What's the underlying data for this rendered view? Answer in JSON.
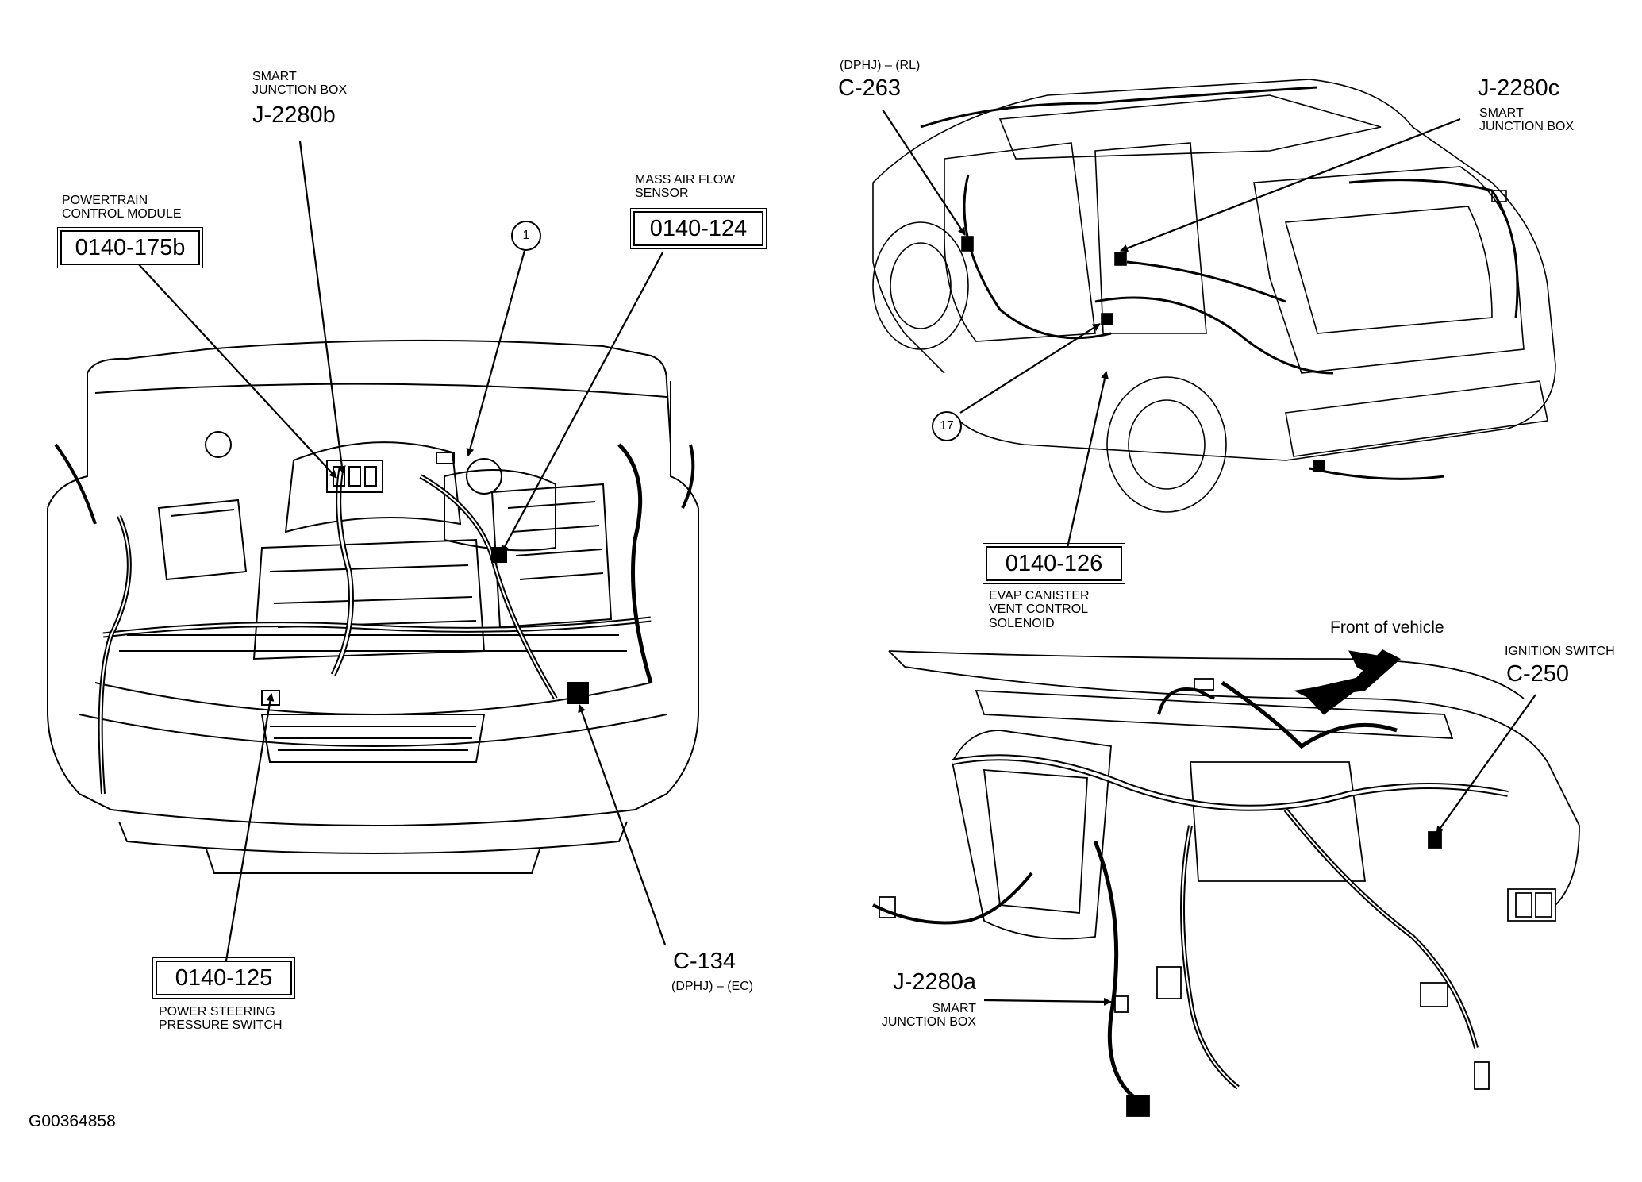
{
  "figure_id": "G00364858",
  "engine_view": {
    "smart_junction_box_b": {
      "caption": [
        "SMART",
        "JUNCTION BOX"
      ],
      "code": "J-2280b"
    },
    "pcm": {
      "caption": [
        "POWERTRAIN",
        "CONTROL MODULE"
      ],
      "code": "0140-175b"
    },
    "callout_1": "1",
    "maf": {
      "caption": [
        "MASS AIR FLOW",
        "SENSOR"
      ],
      "code": "0140-124"
    },
    "ps_switch": {
      "code": "0140-125",
      "caption": [
        "POWER STEERING",
        "PRESSURE SWITCH"
      ]
    },
    "c134": {
      "code": "C-134",
      "sub": "(DPHJ) – (EC)"
    }
  },
  "rear_view": {
    "c263": {
      "sub": "(DPHJ) – (RL)",
      "code": "C-263"
    },
    "smart_junction_box_c": {
      "code": "J-2280c",
      "caption": [
        "SMART",
        "JUNCTION BOX"
      ]
    },
    "callout_17": "17",
    "evap": {
      "code": "0140-126",
      "caption": [
        "EVAP CANISTER",
        "VENT CONTROL",
        "SOLENOID"
      ]
    }
  },
  "dash_view": {
    "front_of_vehicle": "Front of vehicle",
    "ignition_switch": {
      "caption": "IGNITION SWITCH",
      "code": "C-250"
    },
    "smart_junction_box_a": {
      "code": "J-2280a",
      "caption": [
        "SMART",
        "JUNCTION BOX"
      ]
    }
  }
}
